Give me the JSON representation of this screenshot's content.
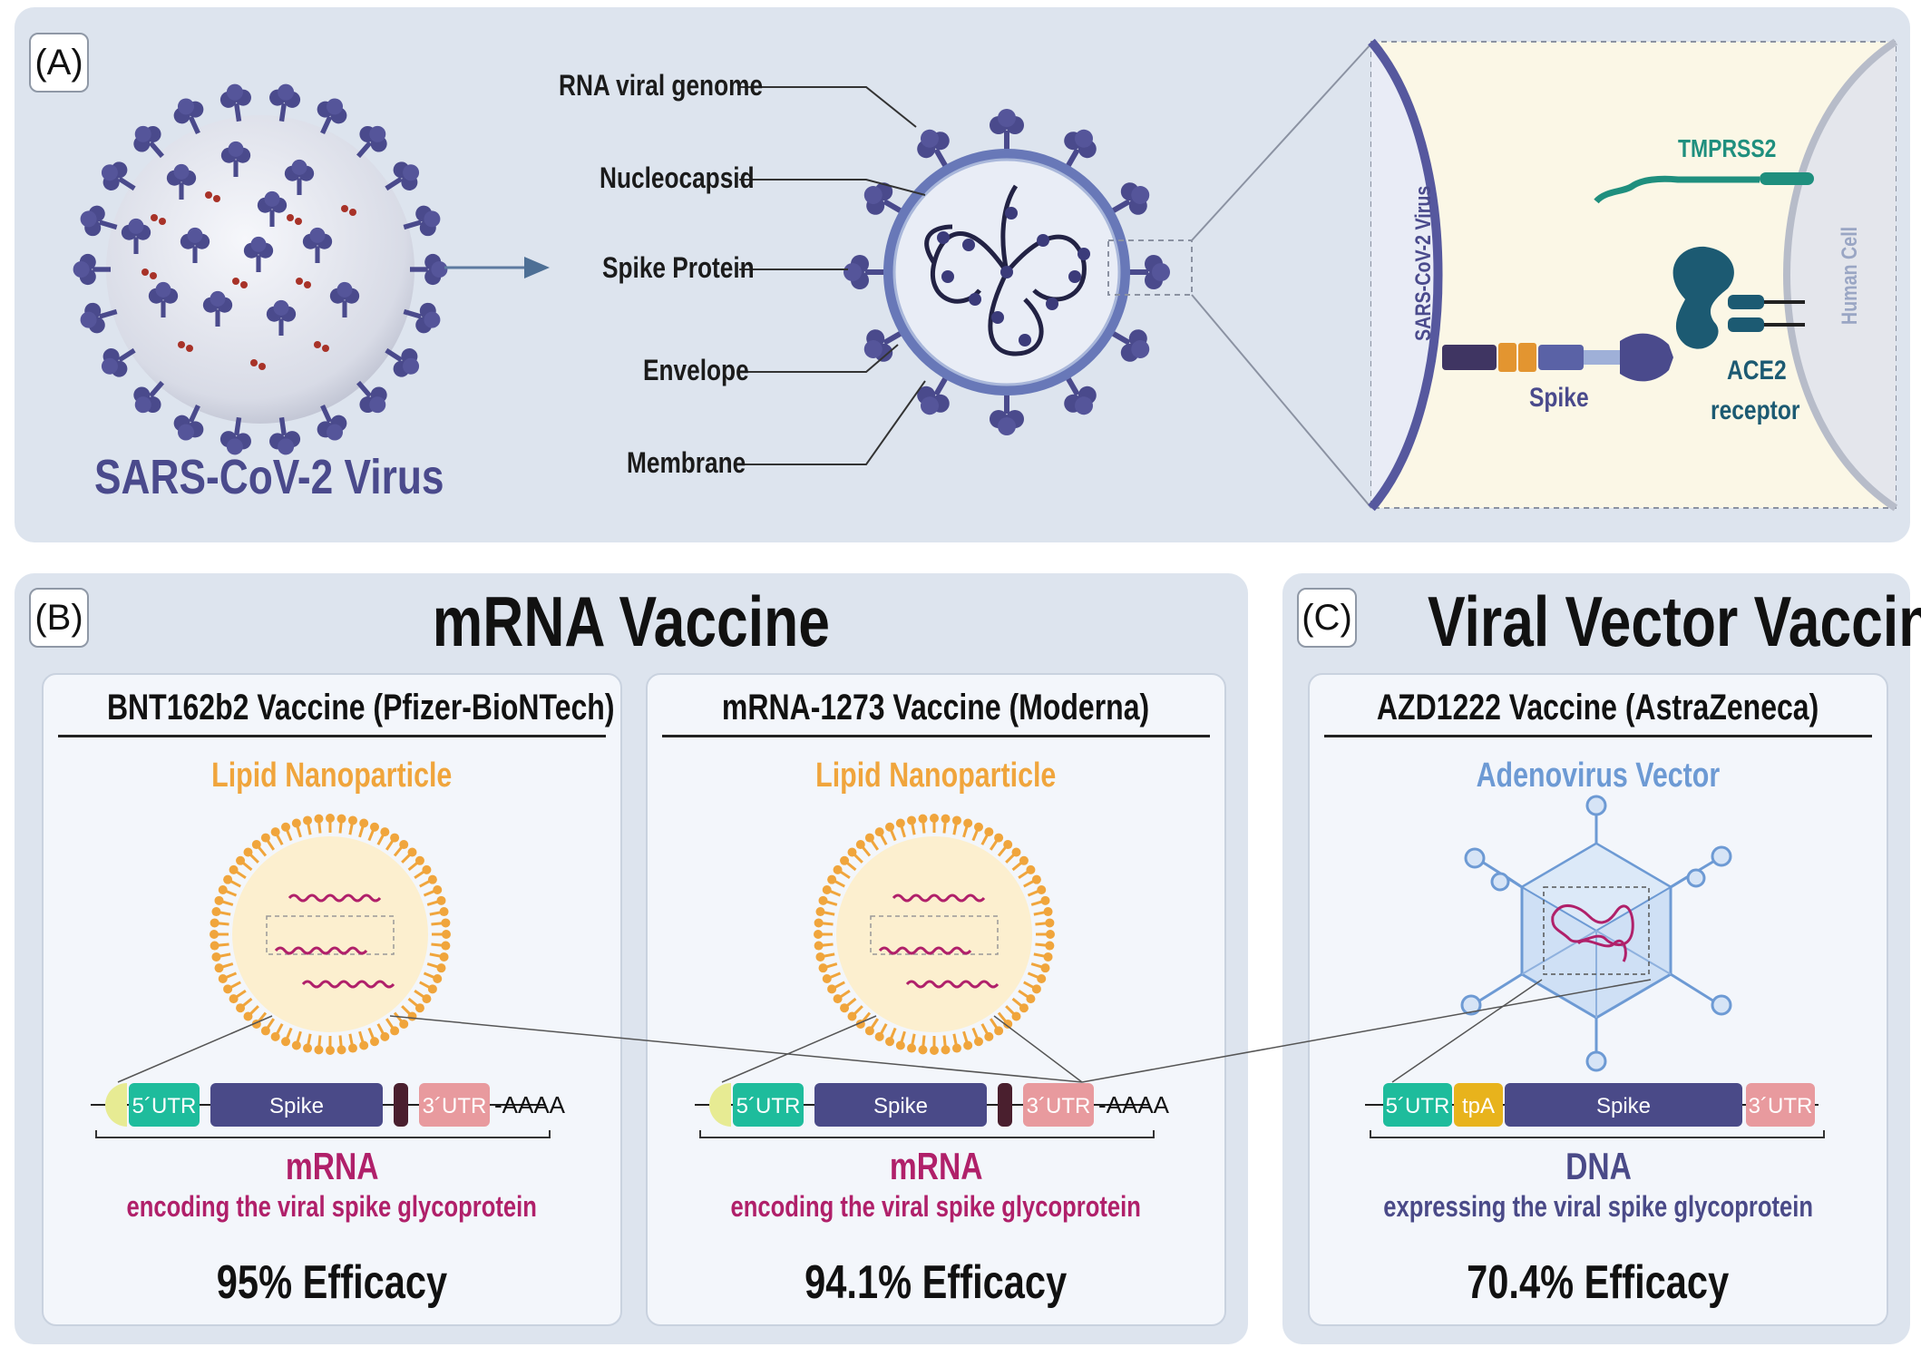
{
  "panel_a": {
    "tag": "(A)",
    "virus_title": "SARS-CoV-2 Virus",
    "structure_labels": [
      "RNA viral genome",
      "Nucleocapsid",
      "Spike Protein",
      "Envelope",
      "Membrane"
    ],
    "inset": {
      "virus_side": "SARS-CoV-2 Virus",
      "cell_side": "Human Cell",
      "tmprss2": "TMPRSS2",
      "spike": "Spike",
      "ace2_line1": "ACE2",
      "ace2_line2": "receptor"
    }
  },
  "panel_b": {
    "tag": "(B)",
    "title": "mRNA Vaccine",
    "cards": [
      {
        "name": "BNT162b2 Vaccine (Pfizer-BioNTech)",
        "carrier": "Lipid Nanoparticle",
        "construct": {
          "utr5": "5´UTR",
          "spike": "Spike",
          "utr3": "3´UTR",
          "tail": "-AAAA"
        },
        "molecule": "mRNA",
        "molecule_desc": "encoding the viral spike glycoprotein",
        "efficacy": "95% Efficacy"
      },
      {
        "name": "mRNA-1273 Vaccine (Moderna)",
        "carrier": "Lipid Nanoparticle",
        "construct": {
          "utr5": "5´UTR",
          "spike": "Spike",
          "utr3": "3´UTR",
          "tail": "-AAAA"
        },
        "molecule": "mRNA",
        "molecule_desc": "encoding the viral spike glycoprotein",
        "efficacy": "94.1% Efficacy"
      }
    ]
  },
  "panel_c": {
    "tag": "(C)",
    "title": "Viral Vector Vaccine",
    "card": {
      "name": "AZD1222 Vaccine (AstraZeneca)",
      "carrier": "Adenovirus Vector",
      "construct": {
        "utr5": "5´UTR",
        "tpa": "tpA",
        "spike": "Spike",
        "utr3": "3´UTR"
      },
      "molecule": "DNA",
      "molecule_desc": "expressing the viral spike glycoprotein",
      "efficacy": "70.4% Efficacy"
    }
  },
  "colors": {
    "virus": "#4a4a8c",
    "panel": "#dde4ee",
    "lipid": "#f0a53c",
    "mrna": "#b0206a",
    "adeno": "#6d9ad4",
    "utr5": "#1ebc9c",
    "utr3": "#e89a9e",
    "spike": "#4a4a88",
    "tpa": "#e8b31c",
    "ace2": "#1c5a72",
    "tmprss2": "#1f8f7e"
  }
}
